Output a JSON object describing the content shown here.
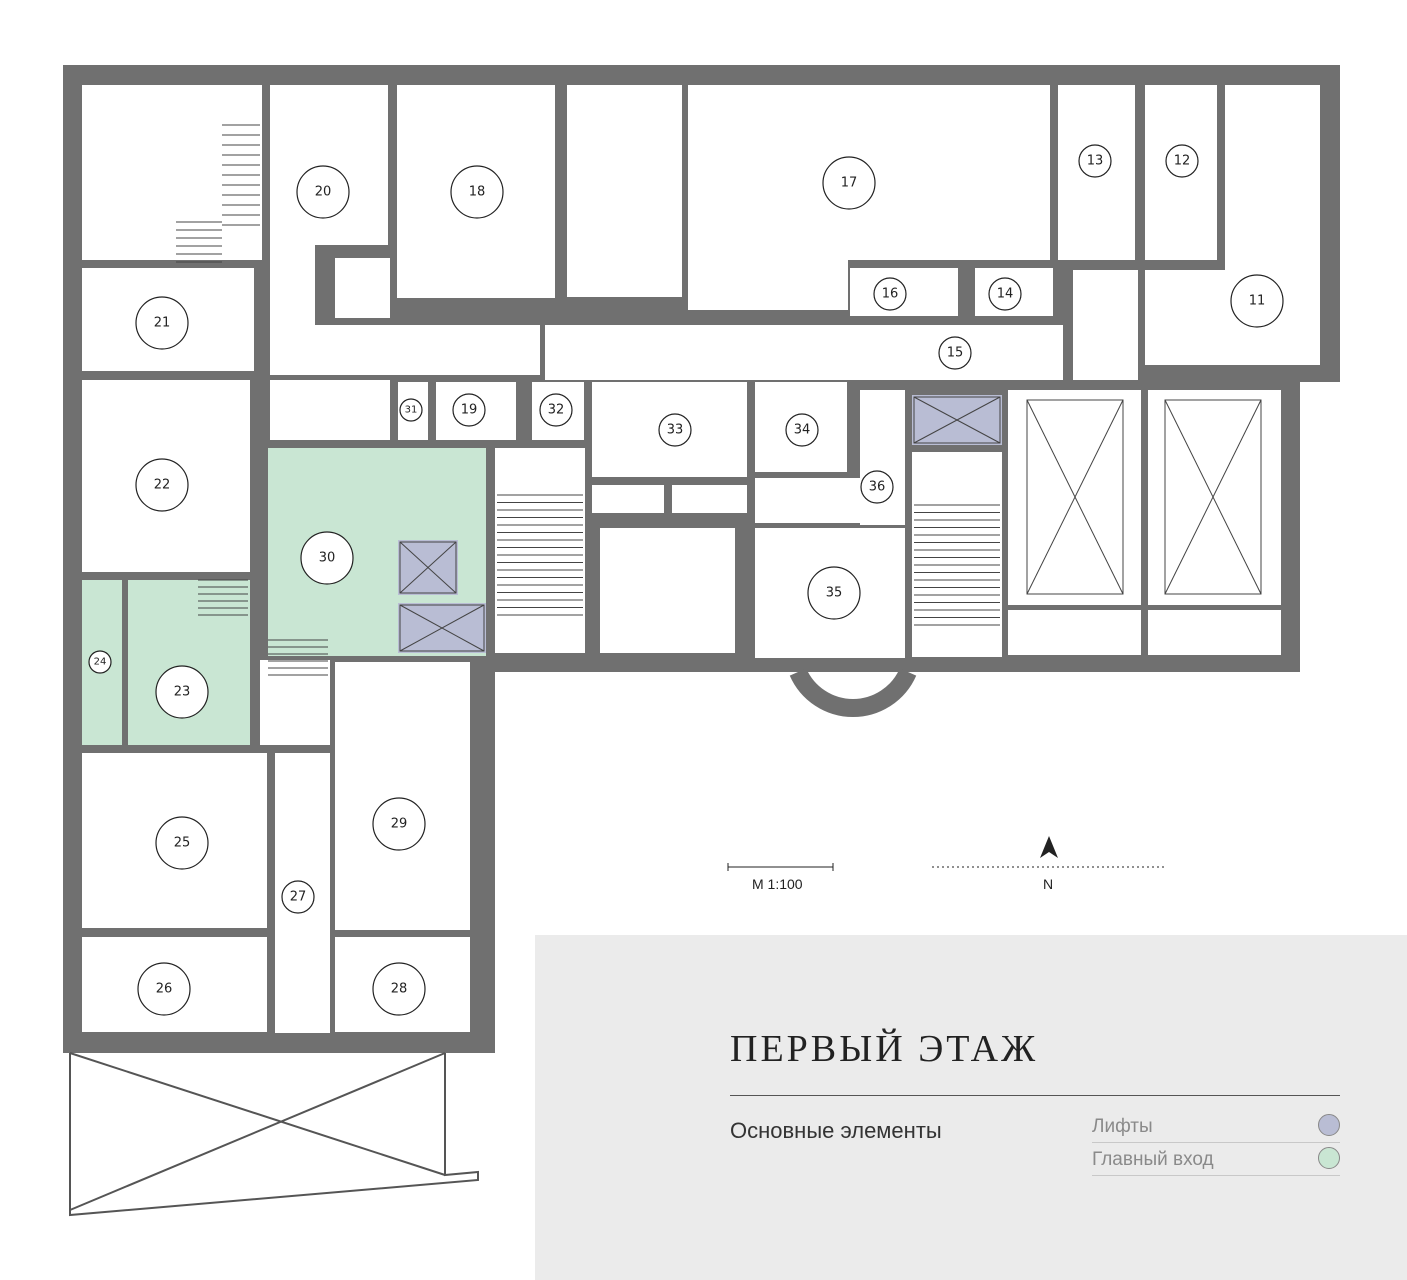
{
  "title": "ПЕРВЫЙ ЭТАЖ",
  "subtitle": "Основные элементы",
  "legend": [
    {
      "label": "Лифты",
      "color": "#b9bdd4"
    },
    {
      "label": "Главный вход",
      "color": "#c9e6d3"
    }
  ],
  "scale": "М 1:100",
  "north": "N",
  "rooms": [
    "11",
    "12",
    "13",
    "14",
    "15",
    "16",
    "17",
    "18",
    "19",
    "20",
    "21",
    "22",
    "23",
    "24",
    "25",
    "26",
    "27",
    "28",
    "29",
    "30",
    "31",
    "32",
    "33",
    "34",
    "35",
    "36"
  ],
  "colors": {
    "wall": "#707070",
    "entrance": "#c9e6d3",
    "lift": "#b9bdd4",
    "panel": "#ebebeb"
  }
}
